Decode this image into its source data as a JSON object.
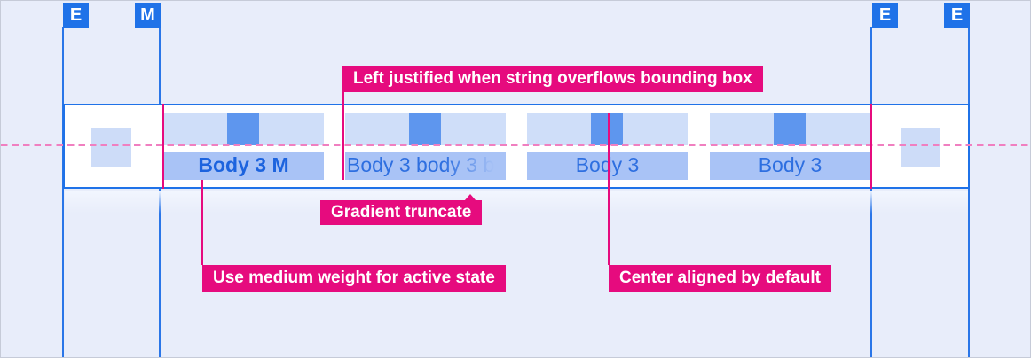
{
  "markers": [
    "E",
    "M",
    "E",
    "E"
  ],
  "tab_bar": {
    "tabs": [
      {
        "label": "Body 3 M",
        "state": "active"
      },
      {
        "label": "Body 3 body 3 b",
        "state": "gradient-truncated"
      },
      {
        "label": "Body 3",
        "state": "default"
      },
      {
        "label": "Body 3",
        "state": "default"
      }
    ]
  },
  "annotations": {
    "left_justified": "Left justified when string overflows bounding box",
    "gradient_truncate": "Gradient truncate",
    "medium_weight": "Use medium weight for active state",
    "center_aligned": "Center aligned by default"
  },
  "colors": {
    "accent_blue": "#1f72e8",
    "annotation_pink": "#e60b7e",
    "dashed_centerline_pink": "#f07fc0",
    "tab_fill": "#cfdef9",
    "label_row_fill": "#a9c3f6",
    "icon_fill": "#5e96ee",
    "background": "#e8edfa"
  }
}
